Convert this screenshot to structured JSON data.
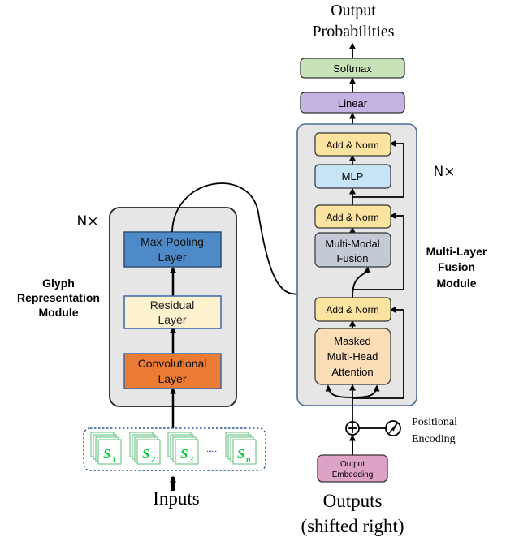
{
  "left": {
    "repeat": "N×",
    "module_label": [
      "Glyph",
      "Representation",
      "Module"
    ],
    "max_pooling": [
      "Max-Pooling",
      "Layer"
    ],
    "residual": [
      "Residual",
      "Layer"
    ],
    "convolutional": [
      "Convolutional",
      "Layer"
    ],
    "input_symbols": [
      "S",
      "S",
      "S",
      "S"
    ],
    "input_subscripts": [
      "1",
      "2",
      "3",
      "n"
    ],
    "ellipsis": "......",
    "inputs_label": "Inputs"
  },
  "right": {
    "title": [
      "Output",
      "Probabilities"
    ],
    "softmax": "Softmax",
    "linear": "Linear",
    "repeat": "N×",
    "module_label": [
      "Multi-Layer",
      "Fusion",
      "Module"
    ],
    "add_norm": "Add & Norm",
    "mlp": "MLP",
    "fusion": [
      "Multi-Modal",
      "Fusion"
    ],
    "attention": [
      "Masked",
      "Multi-Head",
      "Attention"
    ],
    "positional": [
      "Positional",
      "Encoding"
    ],
    "output_embedding": [
      "Output",
      "Embedding"
    ],
    "outputs_label": [
      "Outputs",
      "(shifted right)"
    ]
  },
  "colors": {
    "softmax": "#C9E3B8",
    "linear": "#C4B3E3",
    "add_norm": "#FCE3A0",
    "mlp": "#C7E3F6",
    "fusion": "#C3CAD6",
    "attention": "#FBDDB8",
    "output_embedding": "#DDA3C6",
    "max_pooling": "#4E8AC8",
    "residual": "#FDF1CE",
    "convolutional": "#EC7B34",
    "input_symbol": "#00CC33",
    "module_bg": "#E6E6E6",
    "fusion_module_border": "#4A6A9A"
  }
}
